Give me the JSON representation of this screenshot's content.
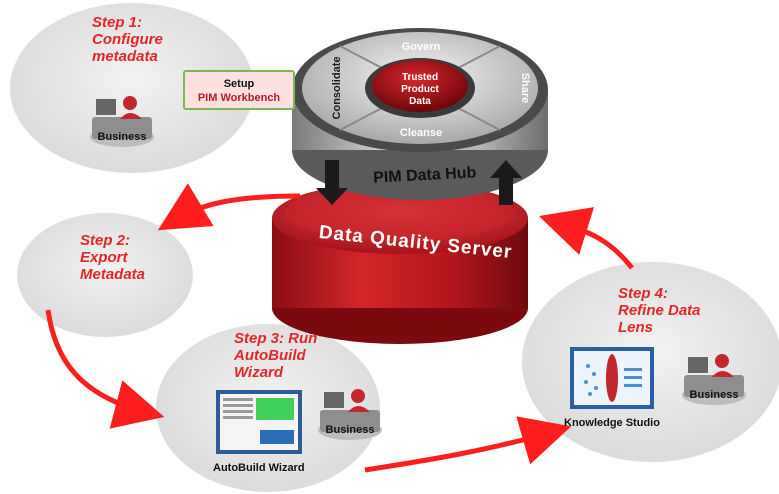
{
  "steps": {
    "step1": {
      "line1": "Step 1:",
      "line2": "Configure",
      "line3": "metadata"
    },
    "step2": {
      "line1": "Step 2:",
      "line2": "Export",
      "line3": "Metadata"
    },
    "step3": {
      "line1": "Step 3:  Run",
      "line2": "AutoBuild",
      "line3": "Wizard"
    },
    "step4": {
      "line1": "Step 4:",
      "line2": "Refine Data",
      "line3": "Lens"
    }
  },
  "setup_box": {
    "line1": "Setup",
    "line2": "PIM Workbench"
  },
  "hub": {
    "top": "Govern",
    "bottom": "Cleanse",
    "left": "Consolidate",
    "right": "Share",
    "center": [
      "Trusted",
      "Product",
      "Data"
    ],
    "band": "PIM Data Hub"
  },
  "server": {
    "label": "Data Quality Server"
  },
  "business_label": "Business",
  "captions": {
    "autobuild": "AutoBuild Wizard",
    "knowledge": "Knowledge Studio"
  },
  "colors": {
    "step_red": "#e4262b",
    "server_red": "#c4161c",
    "arrow_red": "#ff1e1e",
    "cloud": "#e6e6e6"
  },
  "icons": [
    "business-user-icon",
    "autobuild-wizard-screenshot-icon",
    "knowledge-studio-lens-icon"
  ]
}
